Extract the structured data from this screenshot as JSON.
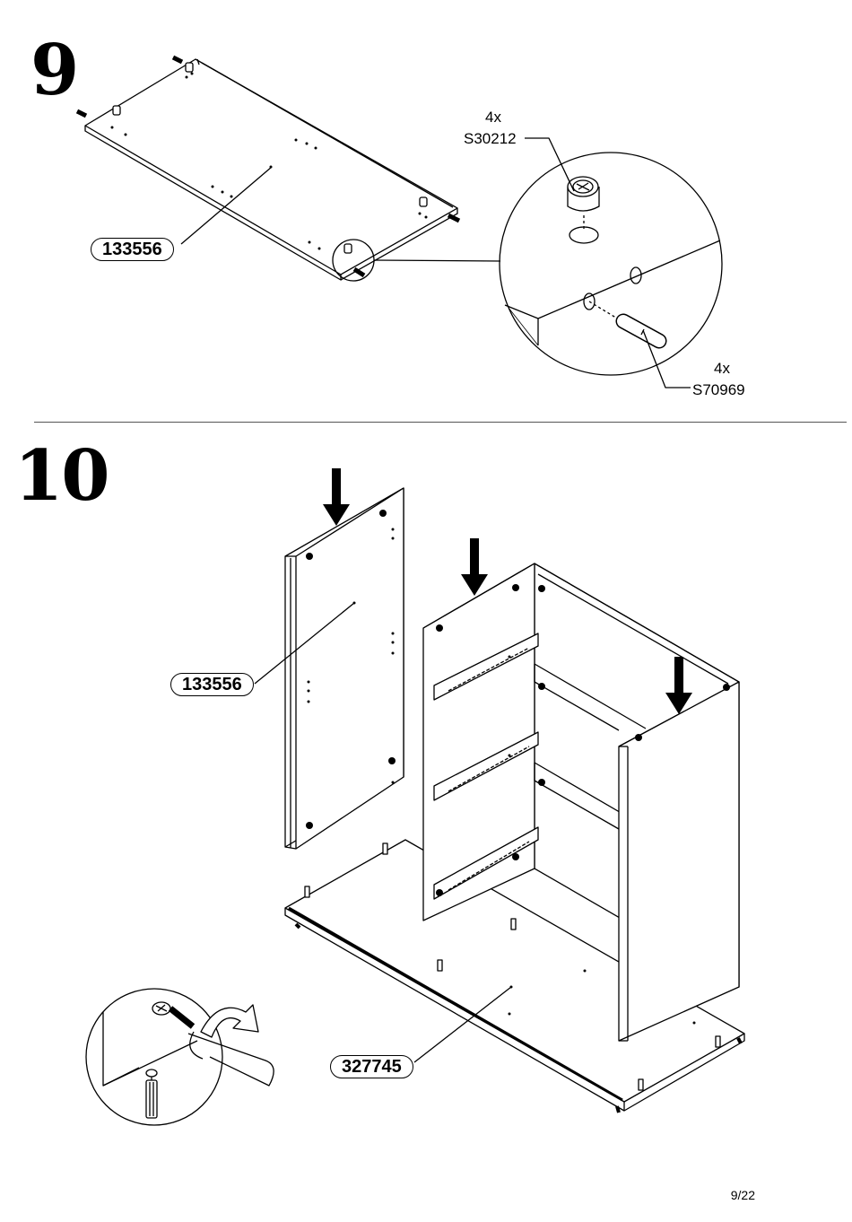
{
  "step9": {
    "number": "9",
    "part_label": "133556",
    "hardware": [
      {
        "qty": "4x",
        "code": "S30212"
      },
      {
        "qty": "4x",
        "code": "S70969"
      }
    ]
  },
  "step10": {
    "number": "10",
    "part_labels": [
      "133556",
      "327745"
    ]
  },
  "page": "9/22"
}
